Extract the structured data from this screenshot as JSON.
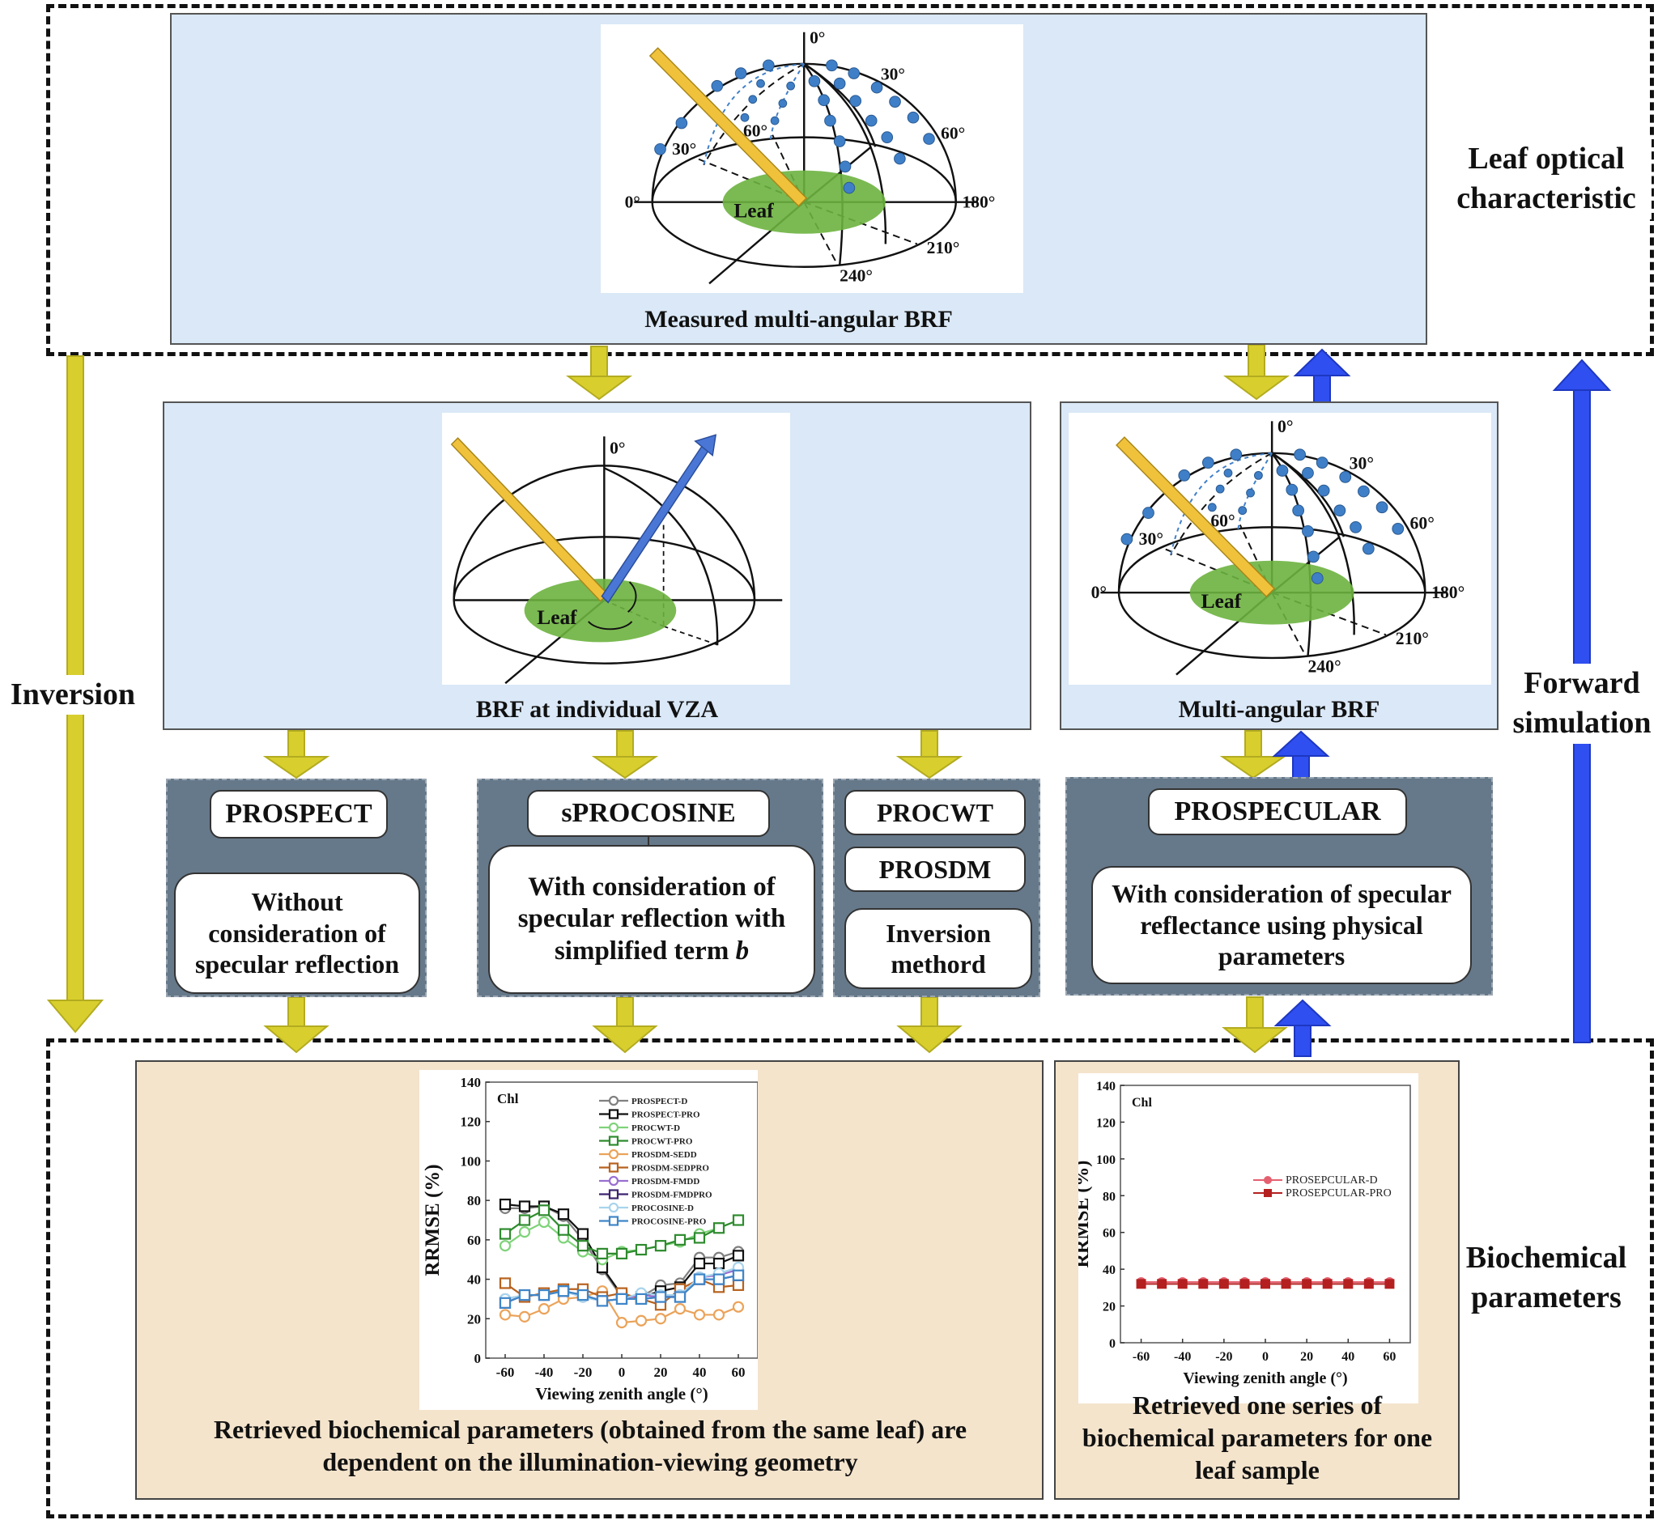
{
  "sections": {
    "top_label": "Leaf optical characteristic",
    "bottom_label": "Biochemical parameters",
    "left_label": "Inversion",
    "right_label": "Forward simulation"
  },
  "top_box": {
    "caption": "Measured multi-angular BRF",
    "diagram": {
      "zenith_label": "0°",
      "leaf_label": "Leaf",
      "angle_labels": [
        "30°",
        "60°",
        "60°",
        "30°",
        "0°",
        "180°",
        "210°",
        "240°"
      ]
    }
  },
  "middle_left_box": {
    "caption": "BRF at individual VZA",
    "diagram": {
      "zenith_label": "0°",
      "leaf_label": "Leaf"
    }
  },
  "middle_right_box": {
    "caption": "Multi-angular BRF",
    "diagram": {
      "zenith_label": "0°",
      "leaf_label": "Leaf",
      "angle_labels": [
        "30°",
        "60°",
        "60°",
        "30°",
        "0°",
        "180°",
        "210°",
        "240°"
      ]
    }
  },
  "models": [
    {
      "title": "PROSPECT",
      "description": "Without consideration of specular reflection"
    },
    {
      "title": "sPROCOSINE",
      "description_pre": "With consideration of specular reflection with simplified term ",
      "description_em": "b"
    },
    {
      "titles": [
        "PROCWT",
        "PROSDM"
      ],
      "description": "Inversion methord"
    },
    {
      "title": "PROSPECULAR",
      "description": "With consideration of specular reflectance using physical parameters"
    }
  ],
  "bottom_left_box": {
    "caption": "Retrieved biochemical parameters (obtained from the same leaf) are dependent on the illumination-viewing geometry"
  },
  "bottom_right_box": {
    "caption": "Retrieved one series of biochemical parameters for one leaf sample"
  },
  "colors": {
    "inversion_arrow": "#d8cf2e",
    "forward_arrow": "#2f4ff0",
    "incident_beam": "#f0c23b",
    "reflected_beam": "#4a77d6",
    "leaf": "#6db33f",
    "sample_dot": "#3f7fc8"
  },
  "chart_data": [
    {
      "type": "line",
      "title": "",
      "annotation": "Chl",
      "xlabel": "Viewing zenith angle (°)",
      "ylabel": "RRMSE (%)",
      "xlim": [
        -70,
        70
      ],
      "ylim": [
        0,
        140
      ],
      "xticks": [
        -60,
        -40,
        -20,
        0,
        20,
        40,
        60
      ],
      "yticks": [
        0,
        20,
        40,
        60,
        80,
        100,
        120,
        140
      ],
      "grid": false,
      "legend_position": "top-right",
      "x": [
        -60,
        -50,
        -40,
        -30,
        -20,
        -10,
        0,
        10,
        20,
        30,
        40,
        50,
        60
      ],
      "series": [
        {
          "name": "PROSPECT-D",
          "marker": "circle",
          "color": "#808080",
          "values": [
            76,
            76,
            77,
            72,
            60,
            45,
            31,
            31,
            37,
            38,
            51,
            51,
            54
          ]
        },
        {
          "name": "PROSPECT-PRO",
          "marker": "square",
          "color": "#111111",
          "values": [
            78,
            77,
            77,
            73,
            63,
            46,
            32,
            31,
            34,
            36,
            48,
            48,
            52
          ]
        },
        {
          "name": "PROCWT-D",
          "marker": "circle",
          "color": "#7fd37a",
          "values": [
            57,
            64,
            69,
            61,
            54,
            50,
            54,
            55,
            57,
            59,
            63,
            66,
            70
          ]
        },
        {
          "name": "PROCWT-PRO",
          "marker": "square",
          "color": "#2e8b2e",
          "values": [
            63,
            70,
            75,
            65,
            57,
            53,
            53,
            55,
            57,
            60,
            61,
            66,
            70
          ]
        },
        {
          "name": "PROSDM-SEDD",
          "marker": "circle",
          "color": "#eba35a",
          "values": [
            22,
            21,
            25,
            30,
            31,
            34,
            18,
            19,
            20,
            25,
            22,
            22,
            26
          ]
        },
        {
          "name": "PROSDM-SEDPRO",
          "marker": "square",
          "color": "#b8621e",
          "values": [
            38,
            31,
            33,
            35,
            35,
            31,
            33,
            30,
            27,
            35,
            40,
            36,
            37
          ]
        },
        {
          "name": "PROSDM-FMDD",
          "marker": "circle",
          "color": "#9a6fd0",
          "values": [
            30,
            32,
            32,
            34,
            31,
            29,
            30,
            32,
            31,
            32,
            41,
            42,
            45
          ]
        },
        {
          "name": "PROSDM-FMDPRO",
          "marker": "square",
          "color": "#3c2470",
          "values": [
            28,
            32,
            32,
            34,
            32,
            29,
            30,
            30,
            31,
            31,
            40,
            40,
            42
          ]
        },
        {
          "name": "PROCOSINE-D",
          "marker": "circle",
          "color": "#a8d4ec",
          "values": [
            30,
            32,
            32,
            34,
            31,
            29,
            30,
            33,
            32,
            32,
            41,
            43,
            46
          ]
        },
        {
          "name": "PROCOSINE-PRO",
          "marker": "square",
          "color": "#3f86c8",
          "values": [
            28,
            32,
            32,
            34,
            32,
            29,
            30,
            30,
            31,
            31,
            40,
            40,
            42
          ]
        }
      ]
    },
    {
      "type": "line",
      "title": "",
      "annotation": "Chl",
      "xlabel": "Viewing zenith angle (°)",
      "ylabel": "RRMSE (%)",
      "xlim": [
        -70,
        70
      ],
      "ylim": [
        0,
        140
      ],
      "xticks": [
        -60,
        -40,
        -20,
        0,
        20,
        40,
        60
      ],
      "yticks": [
        0,
        20,
        40,
        60,
        80,
        100,
        120,
        140
      ],
      "grid": false,
      "legend_position": "center-right",
      "x": [
        -60,
        -50,
        -40,
        -30,
        -20,
        -10,
        0,
        10,
        20,
        30,
        40,
        50,
        60
      ],
      "series": [
        {
          "name": "PROSEPCULAR-D",
          "marker": "circle",
          "color": "#e46070",
          "values": [
            33,
            33,
            33,
            33,
            33,
            33,
            33,
            33,
            33,
            33,
            33,
            33,
            33
          ]
        },
        {
          "name": "PROSEPCULAR-PRO",
          "marker": "square",
          "color": "#b42020",
          "values": [
            32,
            32,
            32,
            32,
            32,
            32,
            32,
            32,
            32,
            32,
            32,
            32,
            32
          ]
        }
      ]
    }
  ]
}
